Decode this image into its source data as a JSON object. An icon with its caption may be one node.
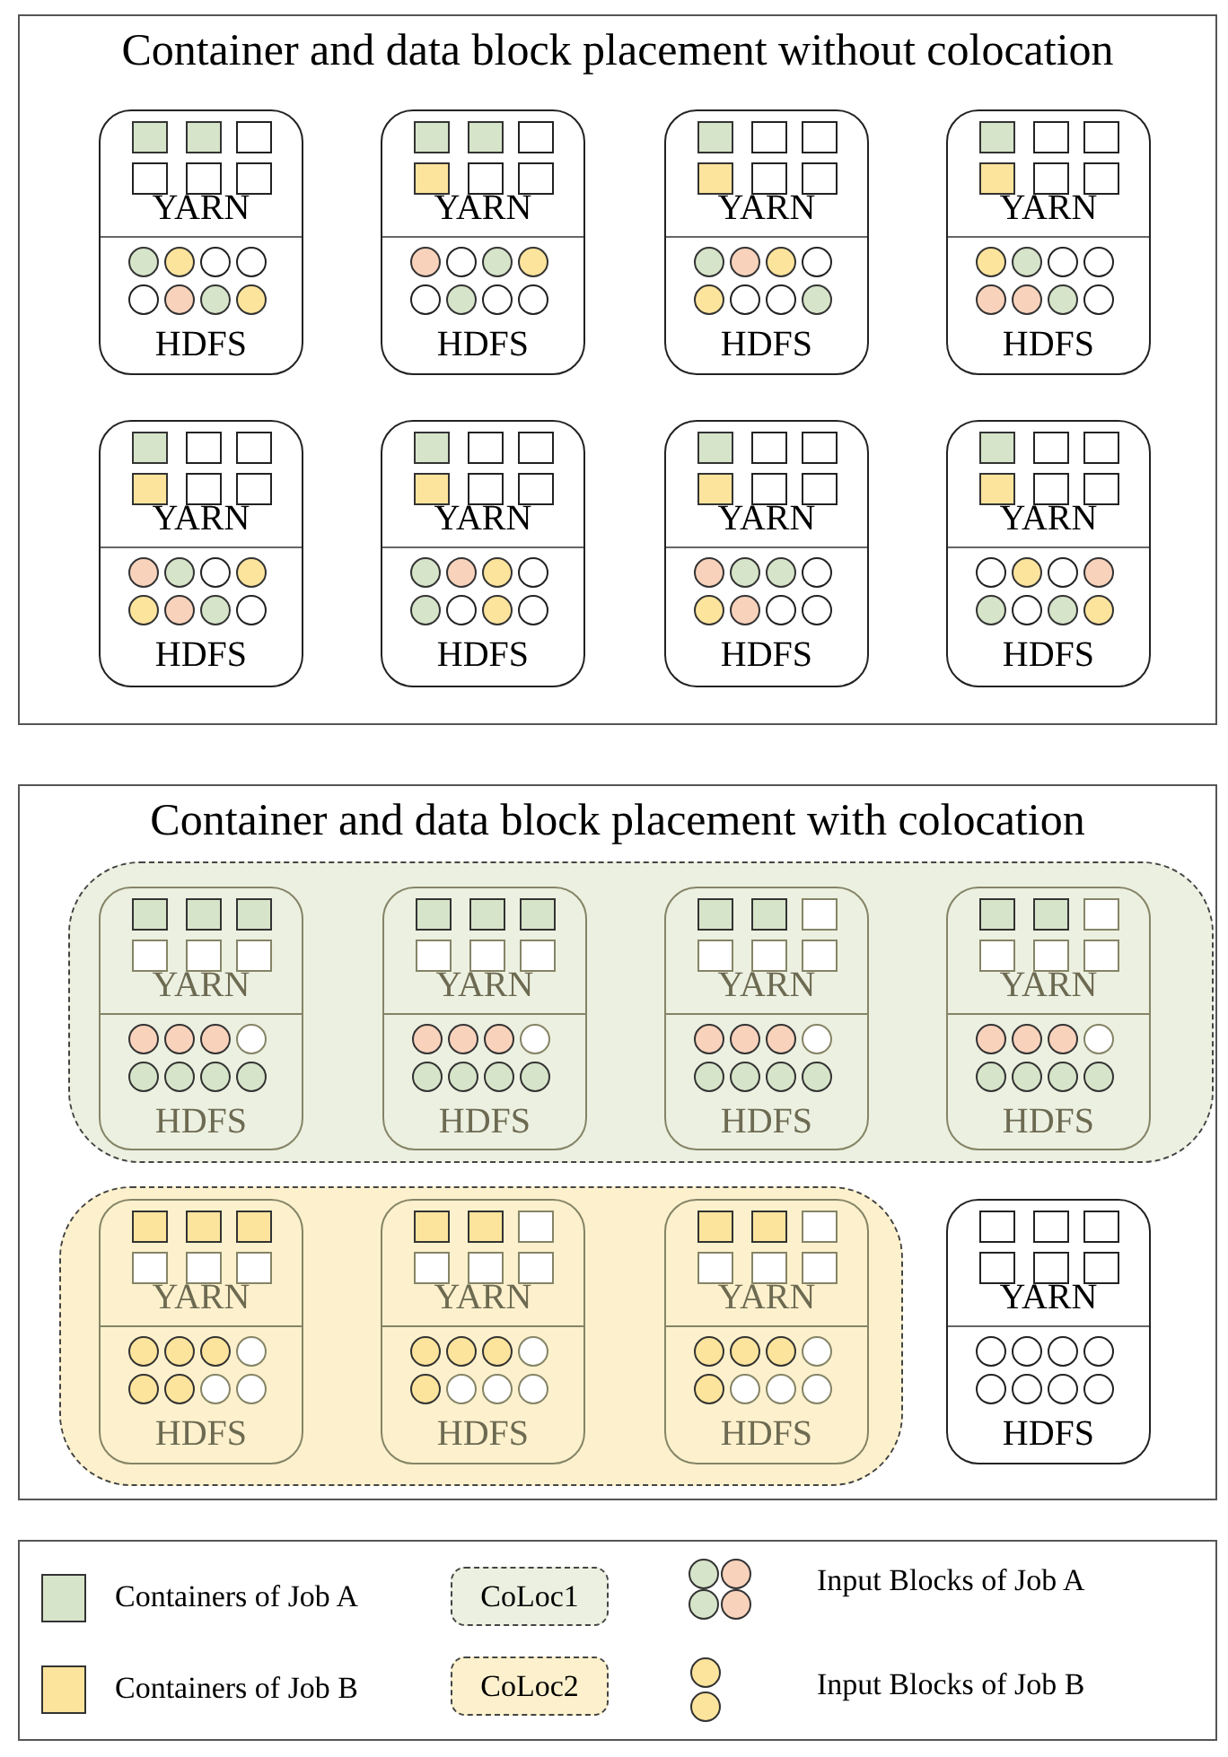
{
  "diagram": {
    "nodes": [
      {
        "text": [
          "Container and data block placement without colocation"
        ]
      },
      {
        "text": [
          "YARN",
          "HDFS"
        ],
        "in": 0
      },
      {
        "text": [
          "YARN",
          "HDFS"
        ],
        "in": 0
      },
      {
        "text": [
          "YARN",
          "HDFS"
        ],
        "in": 0
      },
      {
        "text": [
          "YARN",
          "HDFS"
        ],
        "in": 0
      },
      {
        "text": [
          "YARN",
          "HDFS"
        ],
        "in": 0
      },
      {
        "text": [
          "YARN",
          "HDFS"
        ],
        "in": 0
      },
      {
        "text": [
          "YARN",
          "HDFS"
        ],
        "in": 0
      },
      {
        "text": [
          "YARN",
          "HDFS"
        ],
        "in": 0
      },
      {
        "text": [
          "Container and data block placement with colocation"
        ]
      },
      {
        "text": [],
        "shape": "box",
        "in": 9
      },
      {
        "text": [
          "YARN",
          "HDFS"
        ],
        "in": 10
      },
      {
        "text": [
          "YARN",
          "HDFS"
        ],
        "in": 10
      },
      {
        "text": [
          "YARN",
          "HDFS"
        ],
        "in": 10
      },
      {
        "text": [
          "YARN",
          "HDFS"
        ],
        "in": 10
      },
      {
        "text": [],
        "shape": "box",
        "in": 9
      },
      {
        "text": [
          "YARN",
          "HDFS"
        ],
        "in": 15
      },
      {
        "text": [
          "YARN",
          "HDFS"
        ],
        "in": 15
      },
      {
        "text": [
          "YARN",
          "HDFS"
        ],
        "in": 15
      },
      {
        "text": [
          "YARN",
          "HDFS"
        ],
        "in": 9
      }
    ],
    "edges": [],
    "legend": [
      {
        "text": "Containers of Job A",
        "color": "#d6e4c9"
      },
      {
        "text": "CoLoc1",
        "color": "#ecf0e0"
      },
      {
        "text": "Input Blocks of Job A"
      },
      {
        "text": "Containers of Job B",
        "color": "#fde49c"
      },
      {
        "text": "CoLoc2",
        "color": "#fdf1cd"
      },
      {
        "text": "Input Blocks of Job B"
      }
    ]
  }
}
